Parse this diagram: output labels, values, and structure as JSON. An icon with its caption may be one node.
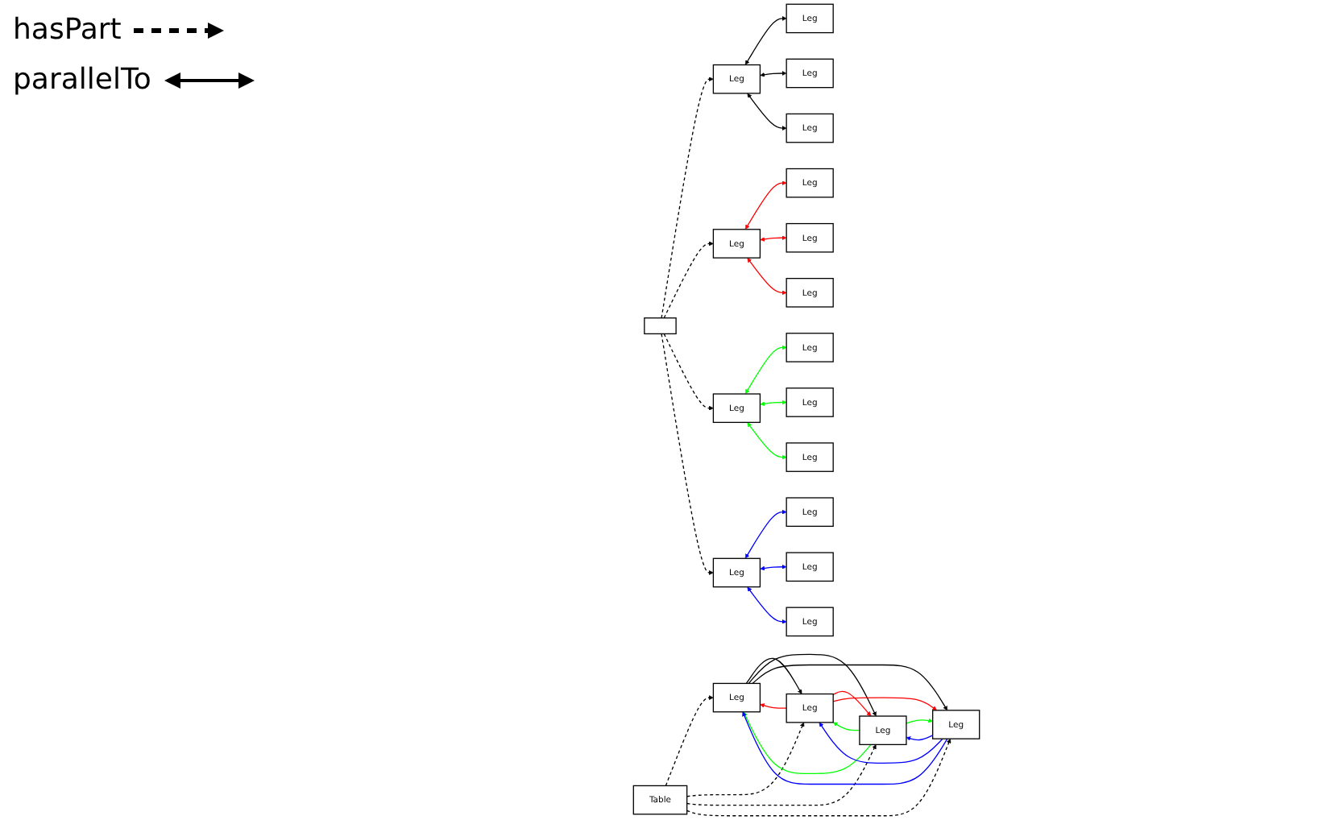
{
  "diagram": {
    "nodes": [
      {
        "text": [
          "Table"
        ]
      },
      {
        "text": [
          "Leg"
        ]
      },
      {
        "text": [
          "Leg"
        ]
      },
      {
        "text": [
          "Leg"
        ]
      },
      {
        "text": [
          "Leg"
        ]
      },
      {
        "text": [],
        "shape": "box"
      },
      {
        "text": [
          "Leg"
        ]
      },
      {
        "text": [
          "Leg"
        ]
      },
      {
        "text": [
          "Leg"
        ]
      },
      {
        "text": [
          "Leg"
        ]
      },
      {
        "text": [
          "Leg"
        ]
      },
      {
        "text": [
          "Leg"
        ]
      },
      {
        "text": [
          "Leg"
        ]
      },
      {
        "text": [
          "Leg"
        ]
      },
      {
        "text": [
          "Leg"
        ]
      },
      {
        "text": [
          "Leg"
        ]
      },
      {
        "text": [
          "Leg"
        ]
      },
      {
        "text": [
          "Leg"
        ]
      },
      {
        "text": [
          "Leg"
        ]
      },
      {
        "text": [
          "Leg"
        ]
      },
      {
        "text": [
          "Leg"
        ]
      },
      {
        "text": [
          "Leg"
        ]
      }
    ],
    "edges": [
      {
        "from": 0,
        "to": 1,
        "arrow": "to",
        "style": "dashed"
      },
      {
        "from": 0,
        "to": 2,
        "arrow": "to",
        "style": "dashed"
      },
      {
        "from": 0,
        "to": 3,
        "arrow": "to",
        "style": "dashed"
      },
      {
        "from": 0,
        "to": 4,
        "arrow": "to",
        "style": "dashed"
      },
      {
        "from": 1,
        "to": 2,
        "arrow": "to"
      },
      {
        "from": 1,
        "to": 3,
        "arrow": "to"
      },
      {
        "from": 1,
        "to": 4,
        "arrow": "to"
      },
      {
        "from": 2,
        "to": 1,
        "arrow": "to",
        "color": "#ff0000"
      },
      {
        "from": 2,
        "to": 3,
        "arrow": "to",
        "color": "#ff0000"
      },
      {
        "from": 2,
        "to": 4,
        "arrow": "to",
        "color": "#ff0000"
      },
      {
        "from": 3,
        "to": 1,
        "arrow": "to",
        "color": "#00ff00"
      },
      {
        "from": 3,
        "to": 2,
        "arrow": "to",
        "color": "#00ff00"
      },
      {
        "from": 3,
        "to": 4,
        "arrow": "to",
        "color": "#00ff00"
      },
      {
        "from": 4,
        "to": 1,
        "arrow": "to",
        "color": "#0000ff"
      },
      {
        "from": 4,
        "to": 2,
        "arrow": "to",
        "color": "#0000ff"
      },
      {
        "from": 4,
        "to": 3,
        "arrow": "to",
        "color": "#0000ff"
      },
      {
        "from": 5,
        "to": 6,
        "arrow": "to",
        "style": "dashed"
      },
      {
        "from": 5,
        "to": 7,
        "arrow": "to",
        "style": "dashed"
      },
      {
        "from": 5,
        "to": 8,
        "arrow": "to",
        "style": "dashed"
      },
      {
        "from": 5,
        "to": 9,
        "arrow": "to",
        "style": "dashed"
      },
      {
        "from": 6,
        "to": 10,
        "arrow": "both"
      },
      {
        "from": 6,
        "to": 11,
        "arrow": "both"
      },
      {
        "from": 6,
        "to": 12,
        "arrow": "both"
      },
      {
        "from": 7,
        "to": 13,
        "arrow": "both",
        "color": "#ff0000"
      },
      {
        "from": 7,
        "to": 14,
        "arrow": "both",
        "color": "#ff0000"
      },
      {
        "from": 7,
        "to": 15,
        "arrow": "both",
        "color": "#ff0000"
      },
      {
        "from": 8,
        "to": 16,
        "arrow": "both",
        "color": "#00ff00"
      },
      {
        "from": 8,
        "to": 17,
        "arrow": "both",
        "color": "#00ff00"
      },
      {
        "from": 8,
        "to": 18,
        "arrow": "both",
        "color": "#00ff00"
      },
      {
        "from": 9,
        "to": 19,
        "arrow": "both",
        "color": "#0000ff"
      },
      {
        "from": 9,
        "to": 20,
        "arrow": "both",
        "color": "#0000ff"
      },
      {
        "from": 9,
        "to": 21,
        "arrow": "both",
        "color": "#0000ff"
      }
    ],
    "legend": [
      {
        "text": "hasPart"
      },
      {
        "text": "parallelTo"
      }
    ]
  }
}
